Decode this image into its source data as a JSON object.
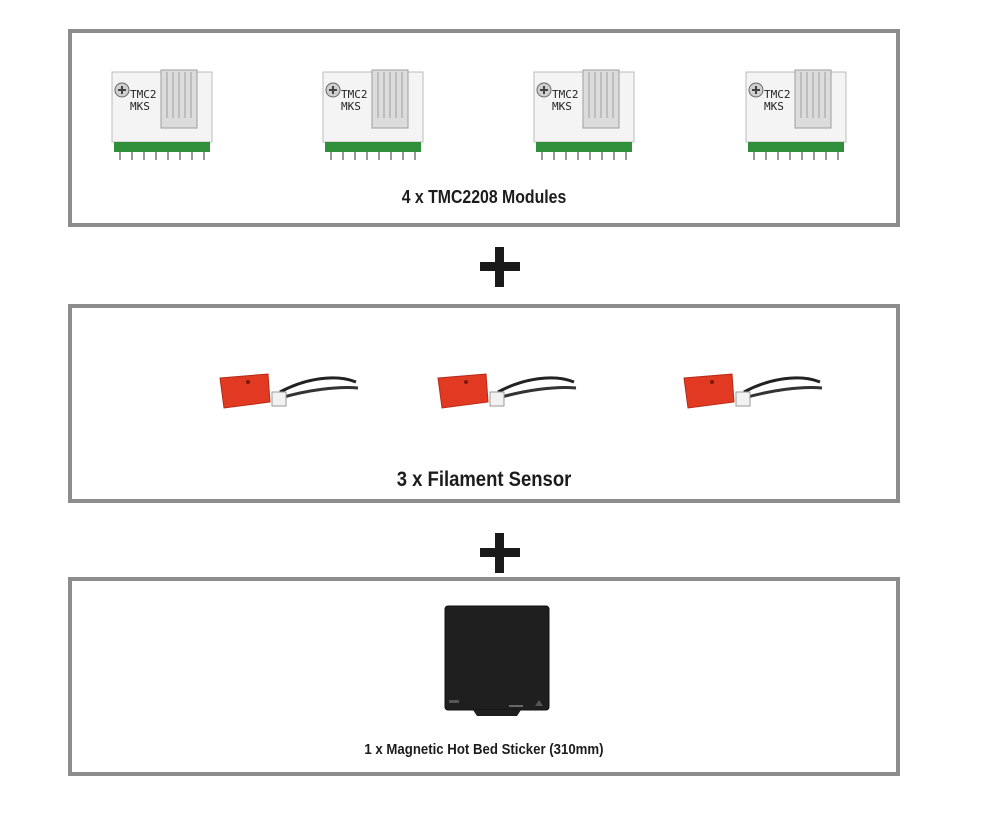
{
  "drivers": {
    "caption": "4 x TMC2208 Modules",
    "chip_label_line1": "TMC2",
    "chip_label_line2": "MKS",
    "count": 4
  },
  "sensors": {
    "caption": "3 x Filament Sensor",
    "count": 3
  },
  "sticker": {
    "caption": "1 x  Magnetic Hot Bed Sticker (310mm)"
  },
  "colors": {
    "panel_border": "#8d8d8d",
    "plus_sign": "#1a1a1a",
    "sensor_body": "#e23a22",
    "pcb_header": "#2f8f3a",
    "sticker_sheet": "#1f1f1f"
  },
  "icons": [
    "plus-icon",
    "stepper-driver-module",
    "filament-sensor",
    "magnetic-bed-sticker"
  ]
}
